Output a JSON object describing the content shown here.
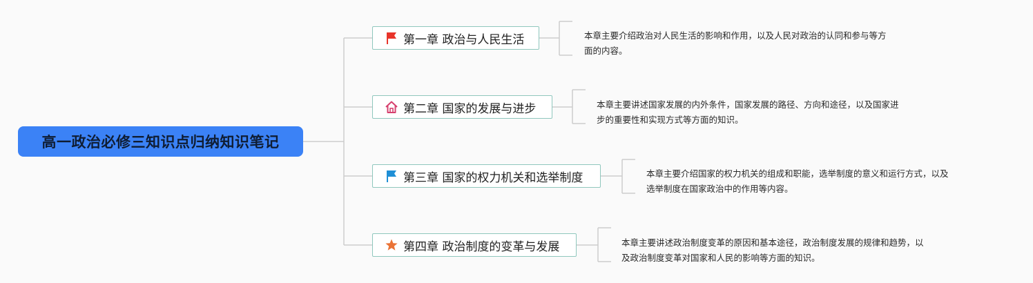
{
  "root": {
    "title": "高一政治必修三知识点归纳知识笔记"
  },
  "chapters": [
    {
      "icon": "red-flag-icon",
      "label": "第一章 政治与人民生活",
      "desc_line1": "本章主要介绍政治对人民生活的影响和作用，以及人民对政治的认同和参与等方",
      "desc_line2": "面的内容。"
    },
    {
      "icon": "house-icon",
      "label": "第二章 国家的发展与进步",
      "desc_line1": "本章主要讲述国家发展的内外条件，国家发展的路径、方向和途径，以及国家进",
      "desc_line2": "步的重要性和实现方式等方面的知识。"
    },
    {
      "icon": "blue-flag-icon",
      "label": "第三章 国家的权力机关和选举制度",
      "desc_line1": "本章主要介绍国家的权力机关的组成和职能，选举制度的意义和运行方式，以及",
      "desc_line2": "选举制度在国家政治中的作用等内容。"
    },
    {
      "icon": "star-icon",
      "label": "第四章 政治制度的变革与发展",
      "desc_line1": "本章主要讲述政治制度变革的原因和基本途径，政治制度发展的规律和趋势，以",
      "desc_line2": "及政治制度变革对国家和人民的影响等方面的知识。"
    }
  ],
  "colors": {
    "root_bg": "#3b82f6",
    "chapter_border": "#8fc7bd",
    "connector": "#cccccc",
    "red_flag": "#e8342a",
    "house": "#d6406e",
    "blue_flag": "#1f8fd6",
    "star": "#ea7336"
  }
}
